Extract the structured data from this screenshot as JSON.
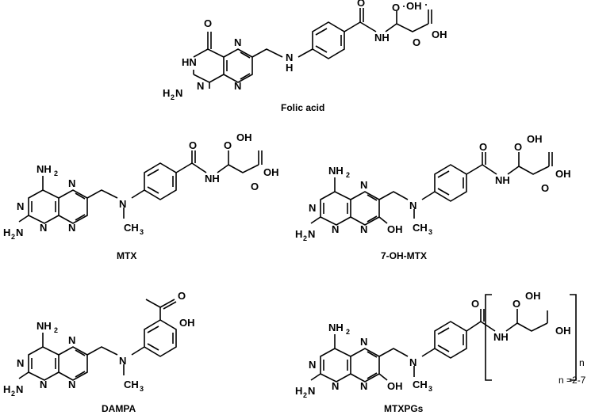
{
  "molecules": {
    "folic_acid": {
      "name": "Folic acid",
      "atoms": {
        "carbonyl_o": "O",
        "ring_n_top": "N",
        "ring_nh": "HN",
        "ring_n_left": "N",
        "ring_n_bottom": "N",
        "amine": "H",
        "amine_sub": "2",
        "amine_n": "N",
        "linker_nh": "N",
        "linker_h": "H",
        "amide_o": "O",
        "amide_nh": "NH",
        "acid_oh": "OH",
        "acid_o": "O",
        "side_o": "O",
        "side_oh": "OH"
      }
    },
    "mtx": {
      "name": "MTX",
      "atoms": {
        "nh2_top": "NH",
        "nh2_top_sub": "2",
        "n_top": "N",
        "n_left": "N",
        "n_bottom_l": "N",
        "n_bottom_r": "N",
        "nh2_bottom": "H",
        "nh2_bottom_sub": "2",
        "nh2_bottom_n": "N",
        "n_methyl": "N",
        "ch3": "CH",
        "ch3_sub": "3",
        "amide_o": "O",
        "amide_nh": "NH",
        "acid_oh": "OH",
        "acid_o": "O",
        "side_o": "O",
        "side_oh": "OH"
      }
    },
    "oh_mtx": {
      "name": "7-OH-MTX",
      "atoms": {
        "nh2_top": "NH",
        "nh2_top_sub": "2",
        "n_top": "N",
        "n_left": "N",
        "n_bottom_l": "N",
        "n_bottom_r": "N",
        "oh": "OH",
        "nh2_bottom": "H",
        "nh2_bottom_sub": "2",
        "nh2_bottom_n": "N",
        "n_methyl": "N",
        "ch3": "CH",
        "ch3_sub": "3",
        "amide_o": "O",
        "amide_nh": "NH",
        "acid_oh": "OH",
        "acid_o": "O",
        "side_o": "O",
        "side_oh": "OH"
      }
    },
    "dampa": {
      "name": "DAMPA",
      "atoms": {
        "nh2_top": "NH",
        "nh2_top_sub": "2",
        "n_top": "N",
        "n_left": "N",
        "n_bottom_l": "N",
        "n_bottom_r": "N",
        "nh2_bottom": "H",
        "nh2_bottom_sub": "2",
        "nh2_bottom_n": "N",
        "n_methyl": "N",
        "ch3": "CH",
        "ch3_sub": "3",
        "acid_o": "O",
        "acid_oh": "OH"
      }
    },
    "mtxpgs": {
      "name": "MTXPGs",
      "repeat_symbol": "n",
      "repeat_range": "n =2-7",
      "atoms": {
        "nh2_top": "NH",
        "nh2_top_sub": "2",
        "n_top": "N",
        "n_left": "N",
        "n_bottom_l": "N",
        "n_bottom_r": "N",
        "oh": "OH",
        "nh2_bottom": "H",
        "nh2_bottom_sub": "2",
        "nh2_bottom_n": "N",
        "n_methyl": "N",
        "ch3": "CH",
        "ch3_sub": "3",
        "amide_o": "O",
        "amide_nh": "NH",
        "acid_oh": "OH",
        "acid_o": "O",
        "side_oh": "OH"
      }
    }
  }
}
